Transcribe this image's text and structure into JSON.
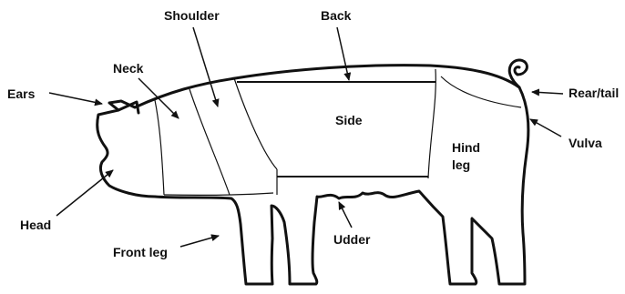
{
  "diagram": {
    "labels": {
      "ears": "Ears",
      "neck": "Neck",
      "shoulder": "Shoulder",
      "back": "Back",
      "rear_tail": "Rear/tail",
      "side": "Side",
      "hind_leg_line1": "Hind",
      "hind_leg_line2": "leg",
      "vulva": "Vulva",
      "head": "Head",
      "front_leg": "Front leg",
      "udder": "Udder"
    },
    "colors": {
      "outline": "#111111",
      "background": "#ffffff",
      "text": "#111111"
    }
  }
}
